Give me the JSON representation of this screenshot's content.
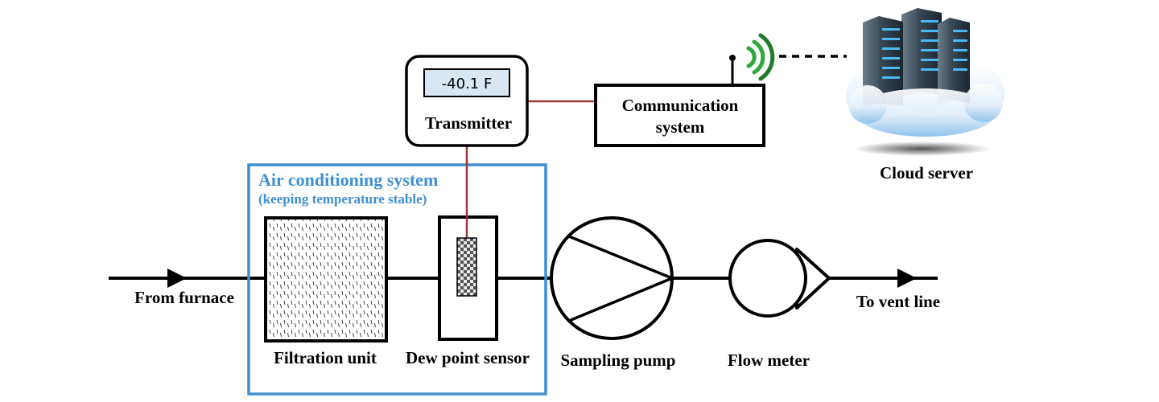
{
  "diagram": {
    "inlet_label": "From furnace",
    "outlet_label": "To vent line",
    "air_system": {
      "title": "Air conditioning system",
      "subtitle": "(keeping temperature stable)"
    },
    "filtration_label": "Filtration unit",
    "sensor_label": "Dew point sensor",
    "pump_label": "Sampling pump",
    "flow_meter_label": "Flow meter",
    "transmitter": {
      "display_value": "-40.1 F",
      "label": "Transmitter"
    },
    "communication": {
      "line1": "Communication",
      "line2": "system"
    },
    "cloud_label": "Cloud server"
  },
  "icons": [
    "wireless-signal-icon",
    "antenna-icon",
    "cloud-server-icon"
  ],
  "colors": {
    "line": "#000000",
    "signal_wire": "#9b3a33",
    "air_system_border": "#3f8fd0",
    "air_system_text": "#3f8fd0",
    "wireless": "#2fa83a",
    "display_bg": "#d8e7f2"
  }
}
